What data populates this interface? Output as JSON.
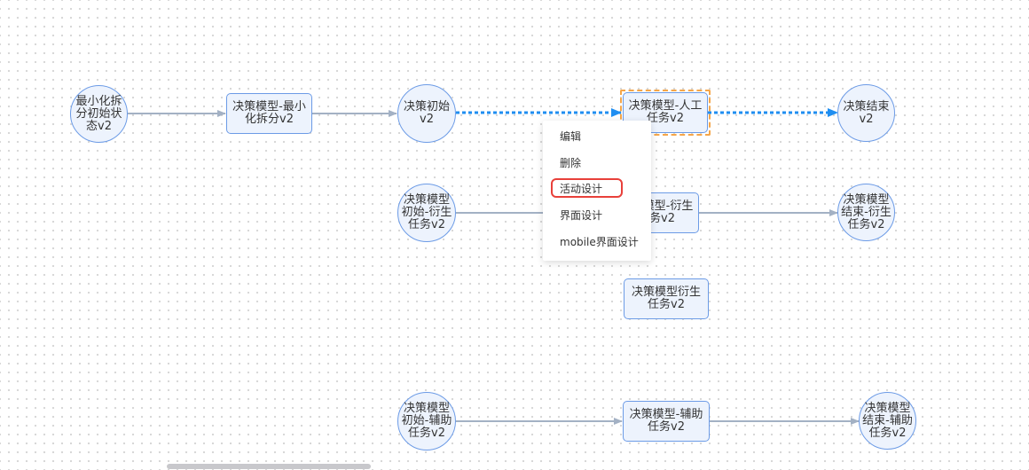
{
  "nodes": {
    "min_split_init_state": "最小化拆分初始状态v2",
    "decision_min_split": "决策模型-最小化拆分v2",
    "decision_init": "决策初始v2",
    "decision_manual_task": "决策模型-人工任务v2",
    "decision_end": "决策结束v2",
    "decision_derive_init": "决策模型初始-衍生任务v2",
    "decision_derive_task": "决策模型-衍生任务v2",
    "decision_derive_end": "决策模型结束-衍生任务v2",
    "decision_derive_task2": "决策模型衍生任务v2",
    "decision_aux_init": "决策模型初始-辅助任务v2",
    "decision_aux_task": "决策模型-辅助任务v2",
    "decision_aux_end": "决策模型结束-辅助任务v2"
  },
  "context_menu": {
    "edit": "编辑",
    "delete": "删除",
    "activity_design": "活动设计",
    "ui_design": "界面设计",
    "mobile_ui_design": "mobile界面设计"
  },
  "colors": {
    "node_border": "#6c9be6",
    "node_fill": "#edf3fd",
    "edge": "#a3b1c4",
    "selected_edge": "#1f8ef1",
    "selection_outline": "#f5a64a",
    "menu_highlight": "#e8403a"
  }
}
